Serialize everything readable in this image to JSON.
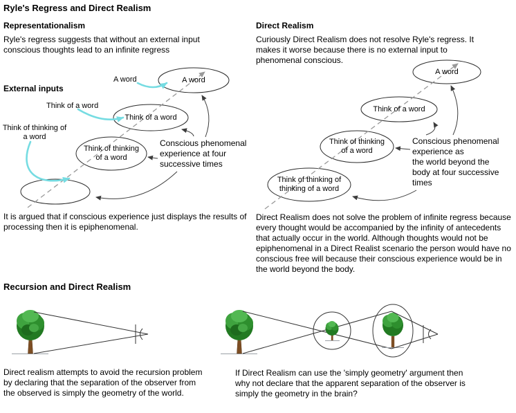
{
  "title": "Ryle's Regress and Direct Realism",
  "colors": {
    "input_arrow": "#76dce2",
    "dashed_line": "#999999",
    "annotation_arrow": "#3d3d3d",
    "ellipse_stroke": "#2b2b2b",
    "ray": "#333333"
  },
  "representationalism": {
    "heading": "Representationalism",
    "intro": "Ryle's regress suggests that without an external input conscious thoughts lead to an infinite regress",
    "external_inputs_label": "External inputs",
    "thought_labels": {
      "first": "A word",
      "second": "Think of a word",
      "third": "Think of thinking of a word"
    },
    "annotation_lines": [
      "Conscious phenomenal",
      "experience at four",
      "successive times"
    ],
    "footer": "It is argued that if conscious experience just displays the results of processing then it is epiphenomenal."
  },
  "direct_realism": {
    "heading": "Direct Realism",
    "intro": "Curiously Direct Realism does not resolve Ryle's regress. It makes it worse because there is no external input to phenomenal conscious.",
    "thought_labels": {
      "first": "A word",
      "second": "Think of a word",
      "third": "Think of thinking of a word",
      "fourth": "Think of thinking of thinking of a word"
    },
    "annotation_lines": [
      "Conscious phenomenal",
      "experience as",
      "the world beyond the",
      "body at four successive",
      "times"
    ],
    "footer": "Direct Realism does not solve the problem of infinite regress because every thought would be accompanied by the infinity of antecedents that actually occur in the world. Although thoughts would not be epiphenomenal in a Direct Realist scenario the person would have no conscious free will because their conscious experience would be in the world beyond the body."
  },
  "recursion": {
    "heading": "Recursion and Direct Realism",
    "left_caption": "Direct realism attempts to avoid the recursion problem by declaring that the separation of the observer from the observed is simply the geometry of the world.",
    "right_caption": "If Direct Realism can use the 'simply geometry' argument then why not declare that the apparent separation of the observer is simply the geometry in the brain?"
  }
}
